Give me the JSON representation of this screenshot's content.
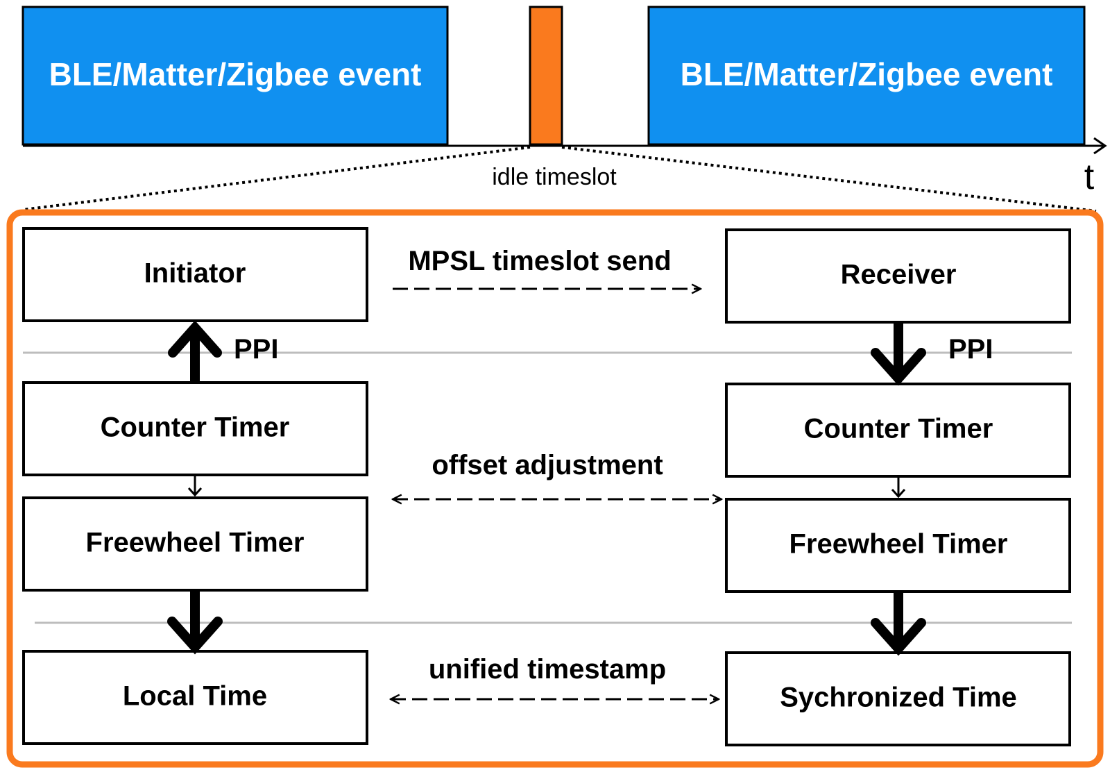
{
  "timeline": {
    "event_left_label": "BLE/Matter/Zigbee event",
    "event_right_label": "BLE/Matter/Zigbee event",
    "idle_label": "idle timeslot",
    "axis_label": "t"
  },
  "left_column": {
    "initiator": "Initiator",
    "counter_timer": "Counter Timer",
    "freewheel_timer": "Freewheel Timer",
    "local_time": "Local Time",
    "ppi_label": "PPI"
  },
  "right_column": {
    "receiver": "Receiver",
    "counter_timer": "Counter Timer",
    "freewheel_timer": "Freewheel Timer",
    "synchronized_time": "Sychronized Time",
    "ppi_label": "PPI"
  },
  "links": {
    "mpsl_send": "MPSL timeslot send",
    "offset_adjustment": "offset adjustment",
    "unified_timestamp": "unified timestamp"
  },
  "colors": {
    "event_blue": "#1090f0",
    "idle_orange": "#fa7a1e",
    "frame_orange": "#fa7a1e",
    "separator_gray": "#bdbdbd"
  }
}
